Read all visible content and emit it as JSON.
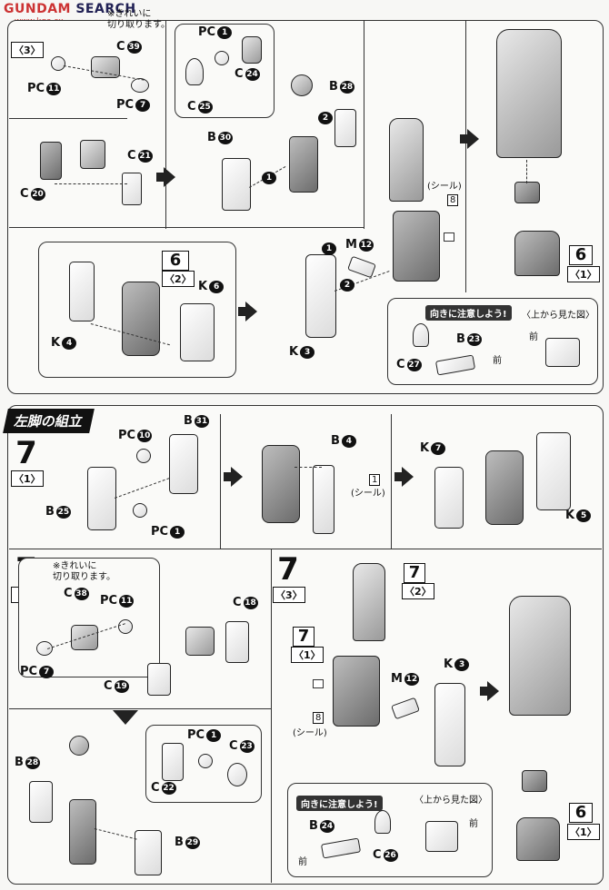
{
  "watermark": {
    "logo": "GUNDAM",
    "site": "SEARCH",
    "url": "www.kgo.cx"
  },
  "top_section": {
    "step_sub": "〈3〉",
    "note_cut": "※きれいに\n切り取ります。",
    "labels": {
      "c39": "C",
      "c39_n": "39",
      "pc11": "PC",
      "pc11_n": "11",
      "pc7": "PC",
      "pc7_n": "7",
      "c21": "C",
      "c21_n": "21",
      "c20": "C",
      "c20_n": "20",
      "pc1": "PC",
      "pc1_n": "1",
      "c24": "C",
      "c24_n": "24",
      "c25": "C",
      "c25_n": "25",
      "b28": "B",
      "b28_n": "28",
      "b30": "B",
      "b30_n": "30",
      "seal": "(シール)",
      "seal_n": "8",
      "m12": "M",
      "m12_n": "12",
      "k3": "K",
      "k3_n": "3",
      "k4": "K",
      "k4_n": "4",
      "k6": "K",
      "k6_n": "6",
      "step6_big": "6",
      "step6_sub": "〈2〉",
      "right_step6_big": "6",
      "right_step6_sub": "〈1〉",
      "orientation_badge": "向きに注意しよう!",
      "top_view": "〈上から見た図〉",
      "front": "前",
      "b23": "B",
      "b23_n": "23",
      "c27": "C",
      "c27_n": "27",
      "front2": "前",
      "step_num_1": "1",
      "step_num_2": "2"
    }
  },
  "bottom_section": {
    "title": "左脚の組立",
    "step7_1": {
      "big": "7",
      "sub": "〈1〉",
      "labels": {
        "pc10": "PC",
        "pc10_n": "10",
        "b31": "B",
        "b31_n": "31",
        "b25": "B",
        "b25_n": "25",
        "pc1": "PC",
        "pc1_n": "1",
        "b4": "B",
        "b4_n": "4",
        "seal": "(シール)",
        "seal_n": "1",
        "k7": "K",
        "k7_n": "7",
        "k5": "K",
        "k5_n": "5"
      }
    },
    "step7_2": {
      "big": "7",
      "sub": "〈2〉",
      "note_cut": "※きれいに\n切り取ります。",
      "labels": {
        "c38": "C",
        "c38_n": "38",
        "pc11": "PC",
        "pc11_n": "11",
        "pc7": "PC",
        "pc7_n": "7",
        "c18": "C",
        "c18_n": "18",
        "c19": "C",
        "c19_n": "19",
        "b28": "B",
        "b28_n": "28",
        "pc1": "PC",
        "pc1_n": "1",
        "c23": "C",
        "c23_n": "23",
        "c22": "C",
        "c22_n": "22",
        "b29": "B",
        "b29_n": "29"
      }
    },
    "step7_3": {
      "big": "7",
      "sub": "〈3〉",
      "labels": {
        "ref7_2_big": "7",
        "ref7_2_sub": "〈2〉",
        "ref7_1_big": "7",
        "ref7_1_sub": "〈1〉",
        "m12": "M",
        "m12_n": "12",
        "k3": "K",
        "k3_n": "3",
        "seal": "(シール)",
        "seal_n": "8",
        "orientation_badge": "向きに注意しよう!",
        "top_view": "〈上から見た図〉",
        "b24": "B",
        "b24_n": "24",
        "c26": "C",
        "c26_n": "26",
        "front": "前",
        "front2": "前",
        "ref6_big": "6",
        "ref6_sub": "〈1〉"
      }
    }
  }
}
